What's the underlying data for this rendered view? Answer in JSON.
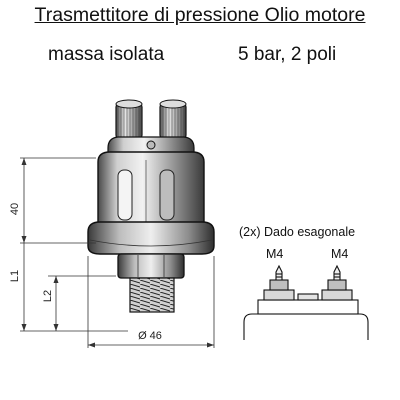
{
  "header": {
    "title": "Trasmettitore di pressione Olio motore",
    "subtitle_left": "massa isolata",
    "subtitle_right": "5 bar, 2 poli"
  },
  "drawing": {
    "dim_height": "40",
    "dim_l1": "L1",
    "dim_l2": "L2",
    "dim_diameter": "Ø 46",
    "nut_note": "(2x) Dado esagonale",
    "thread_left": "M4",
    "thread_right": "M4"
  },
  "colors": {
    "body_dark": "#2a2a2a",
    "body_mid": "#8a8a8a",
    "body_light": "#e6e6e6",
    "line": "#111111"
  }
}
